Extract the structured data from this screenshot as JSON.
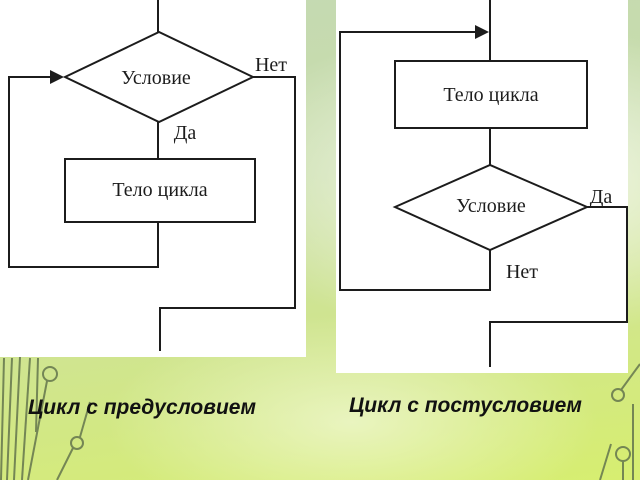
{
  "slide": {
    "left_chart": {
      "condition_label": "Условие",
      "no_label": "Нет",
      "yes_label": "Да",
      "body_label": "Тело цикла",
      "caption": "Цикл с предусловием"
    },
    "right_chart": {
      "condition_label": "Условие",
      "yes_label": "Да",
      "no_label": "Нет",
      "body_label": "Тело цикла",
      "caption": "Цикл с постусловием"
    },
    "colors": {
      "background_top": "#c4d9b4",
      "background_bottom": "#d7ee70",
      "panel": "#ffffff",
      "flow_line": "#1c1c1c",
      "decoration_line": "#6a7c50",
      "caption_text": "#111111"
    }
  }
}
